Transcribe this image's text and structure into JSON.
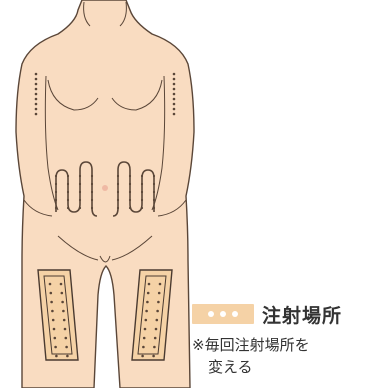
{
  "colors": {
    "skin": "#f9dcc1",
    "outline": "#5a4638",
    "zone_fill": "#f5d2a6",
    "zone_stroke": "#4a3a30",
    "dot": "#5a4638",
    "navel": "#efb9a4"
  },
  "legend": {
    "label": "注射場所",
    "swatch_dot_count": 3
  },
  "note": {
    "line1": "※毎回注射場所を",
    "line2": "変える"
  }
}
